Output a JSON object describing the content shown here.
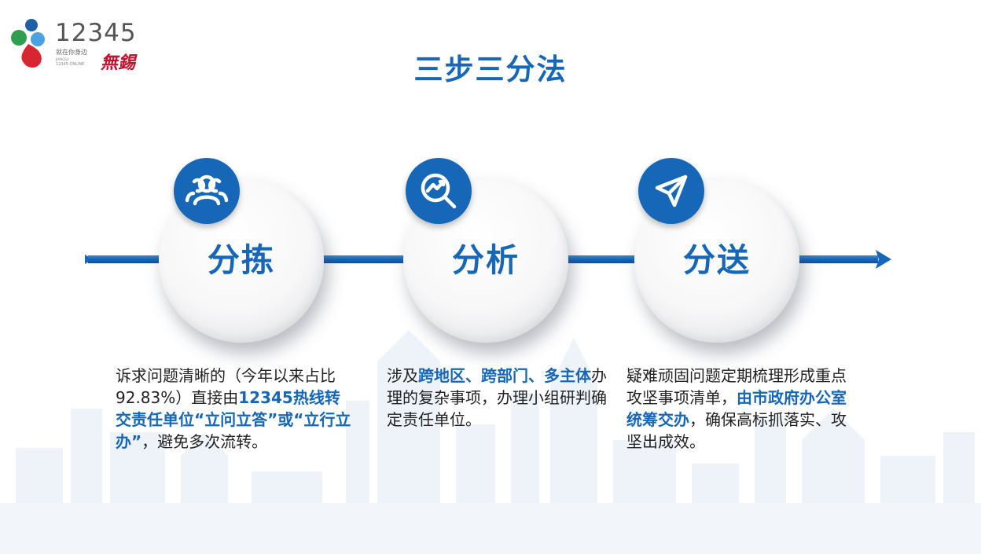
{
  "logo": {
    "number": "12345",
    "sub_cn": "就在你身边",
    "sub_en_small": "JIANGSU",
    "sub_en": "12345 ONLINE",
    "brand": "無錫"
  },
  "title": "三步三分法",
  "steps": [
    {
      "label": "分拣",
      "icon": "users-icon",
      "desc": [
        {
          "t": "诉求问题清晰的（今年以来占比92.83%）直接由",
          "hl": false
        },
        {
          "t": "12345热线转交责任单位“立问立答”或“立行立办”",
          "hl": true
        },
        {
          "t": "，避免多次流转。",
          "hl": false
        }
      ]
    },
    {
      "label": "分析",
      "icon": "analysis-icon",
      "desc": [
        {
          "t": "涉及",
          "hl": false
        },
        {
          "t": "跨地区、跨部门、多主体",
          "hl": true
        },
        {
          "t": "办理的复杂事项，办理小组研判确定责任单位。",
          "hl": false
        }
      ]
    },
    {
      "label": "分送",
      "icon": "send-icon",
      "desc": [
        {
          "t": "疑难顽固问题定期梳理形成重点攻坚事项清单，",
          "hl": false
        },
        {
          "t": "由市政府办公室统筹交办",
          "hl": true
        },
        {
          "t": "，确保高标抓落实、攻坚出成效。",
          "hl": false
        }
      ]
    }
  ],
  "colors": {
    "accent": "#1667b8",
    "logo_red": "#c8102e"
  }
}
